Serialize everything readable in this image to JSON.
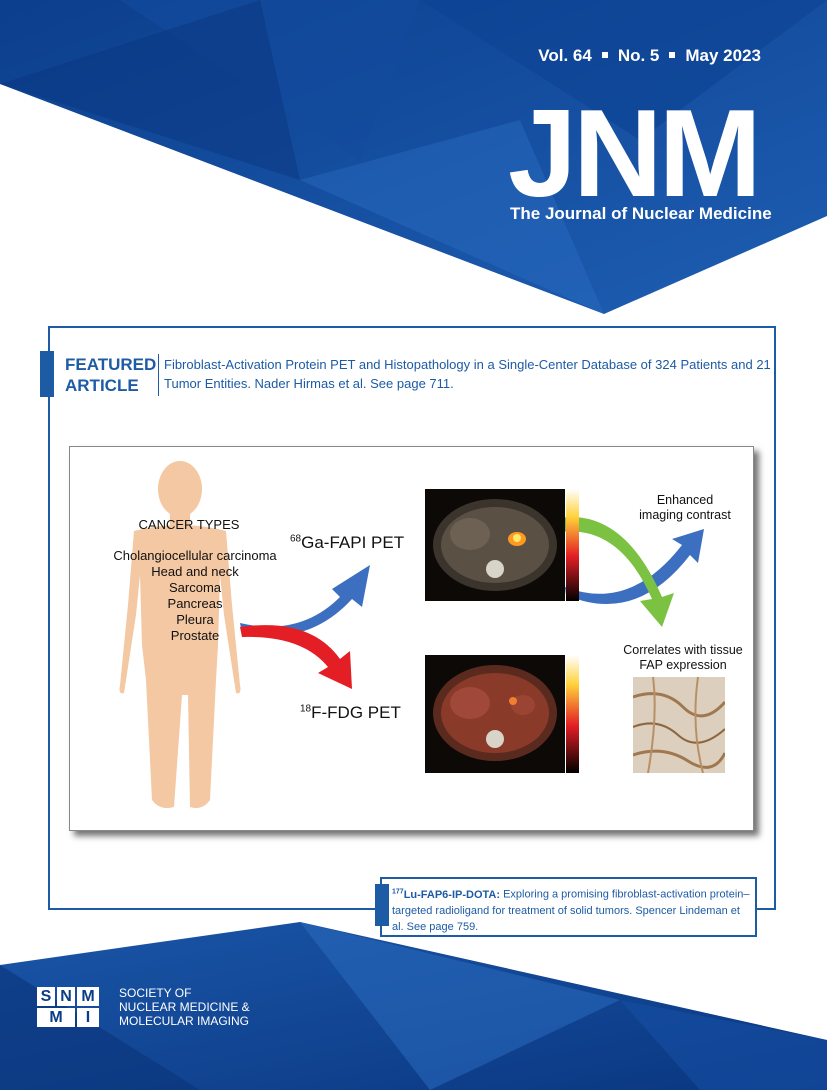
{
  "journal": {
    "issue": {
      "volume": "Vol. 64",
      "number": "No. 5",
      "date": "May 2023"
    },
    "brand": "JNM",
    "subtitle": "The Journal of Nuclear Medicine"
  },
  "featured": {
    "label_line1": "FEATURED",
    "label_line2": "ARTICLE",
    "text": "Fibroblast-Activation Protein PET and Histopathology in a Single-Center Database of 324 Patients and 21 Tumor Entities. Nader Hirmas et al. See page 711."
  },
  "figure": {
    "cancer_types_title": "CANCER TYPES",
    "cancer_types": [
      "Cholangiocellular carcinoma",
      "Head and neck",
      "Sarcoma",
      "Pancreas",
      "Pleura",
      "Prostate"
    ],
    "tracer_top": {
      "sup": "68",
      "name": "Ga-FAPI PET"
    },
    "tracer_bottom": {
      "sup": "18",
      "name": "F-FDG PET"
    },
    "note_top": [
      "Enhanced",
      "imaging contrast"
    ],
    "note_bottom": [
      "Correlates with tissue",
      "FAP expression"
    ]
  },
  "bottom_feature": {
    "title_sup": "177",
    "title": "Lu-FAP6-IP-DOTA:",
    "text": " Exploring a promising fibroblast-activation protein–targeted radioligand for treatment of solid tumors. Spencer Lindeman et al. See page 759."
  },
  "publisher": {
    "logo_letters": [
      "S",
      "N",
      "M",
      "M",
      "I"
    ],
    "name_lines": [
      "SOCIETY OF",
      "NUCLEAR MEDICINE &",
      "MOLECULAR IMAGING"
    ]
  },
  "colors": {
    "brand_blue": "#1d5ba5",
    "dark_blue": "#0b3c86",
    "fdg_red": "#e31e24",
    "fapi_blue": "#3c6fc0",
    "green": "#7cc242"
  }
}
